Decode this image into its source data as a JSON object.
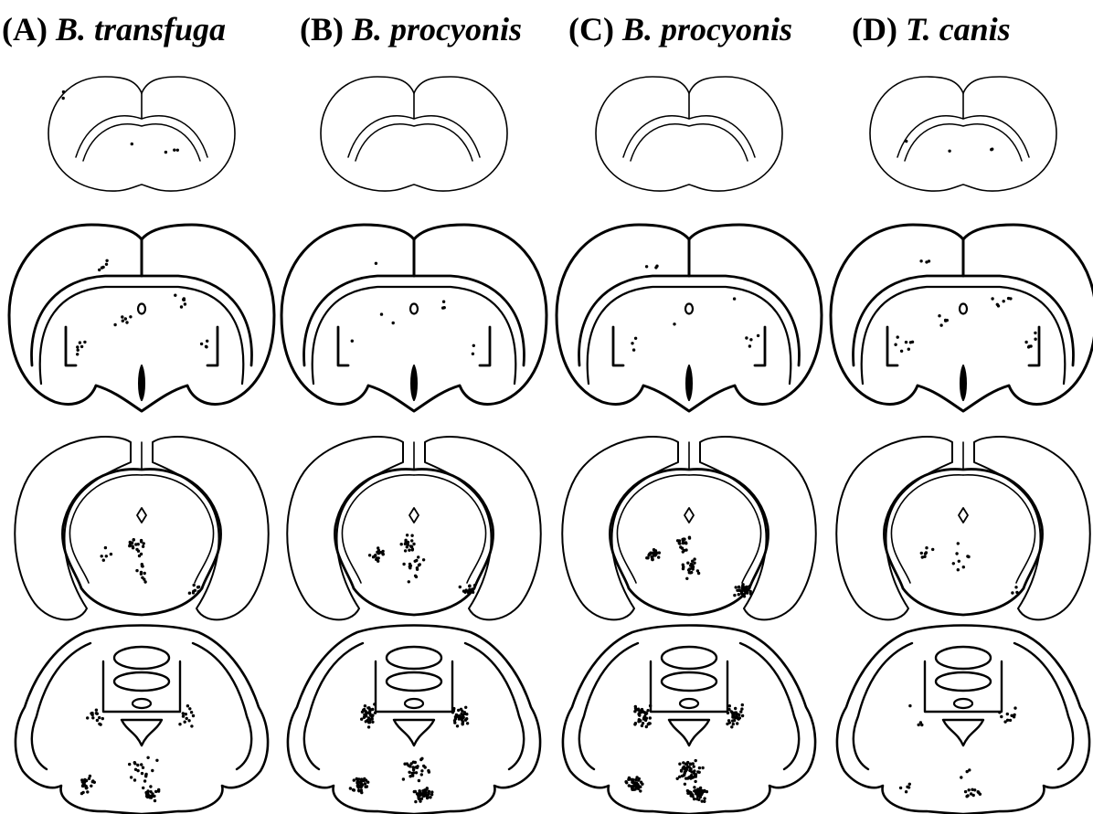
{
  "columns": [
    {
      "letter": "(A)",
      "species": "B. transfuga"
    },
    {
      "letter": "(B)",
      "species": "B. procyonis"
    },
    {
      "letter": "(C)",
      "species": "B. procyonis"
    },
    {
      "letter": "(D)",
      "species": "T. canis"
    }
  ],
  "colors": {
    "ink": "#000000",
    "background": "#ffffff"
  },
  "rows": [
    "coronal-section-1",
    "coronal-section-2",
    "coronal-section-3",
    "coronal-section-4"
  ],
  "lesion_density": [
    [
      0.15,
      0.45,
      0.35,
      0.4
    ],
    [
      0.0,
      0.15,
      0.55,
      0.85
    ],
    [
      0.0,
      0.2,
      0.75,
      1.0
    ],
    [
      0.1,
      0.45,
      0.15,
      0.15
    ]
  ]
}
